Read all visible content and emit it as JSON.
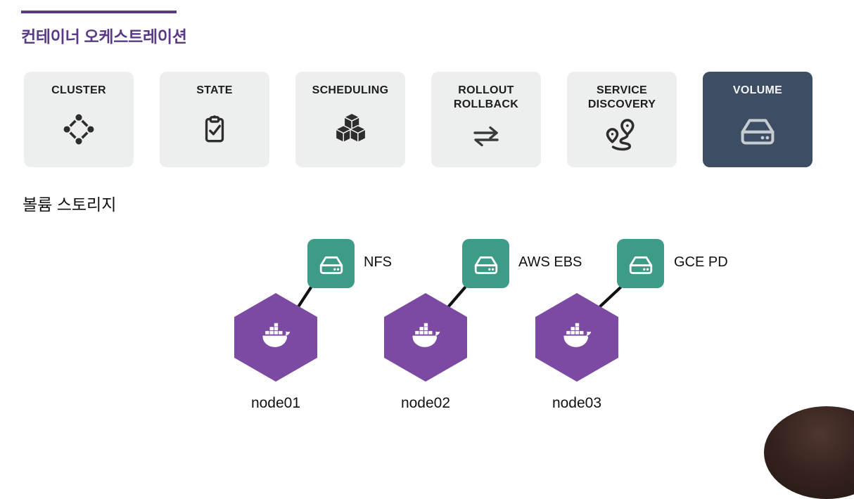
{
  "header": {
    "title": "컨테이너 오케스트레이션"
  },
  "feature_cards": [
    {
      "label": "CLUSTER",
      "active": false
    },
    {
      "label": "STATE",
      "active": false
    },
    {
      "label": "SCHEDULING",
      "active": false
    },
    {
      "label": "ROLLOUT ROLLBACK",
      "active": false
    },
    {
      "label": "SERVICE DISCOVERY",
      "active": false
    },
    {
      "label": "VOLUME",
      "active": true
    }
  ],
  "section": {
    "title": "볼륨 스토리지"
  },
  "diagram": {
    "groups": [
      {
        "node": "node01",
        "storage": "NFS"
      },
      {
        "node": "node02",
        "storage": "AWS EBS"
      },
      {
        "node": "node03",
        "storage": "GCE PD"
      }
    ]
  },
  "colors": {
    "accent_purple": "#583a87",
    "card_bg": "#edefee",
    "card_active_bg": "#3d4d63",
    "hexagon_purple": "#7c4aa3",
    "storage_teal": "#3d9c88",
    "icon_dark": "#2d2d2d",
    "connector_black": "#111111"
  }
}
